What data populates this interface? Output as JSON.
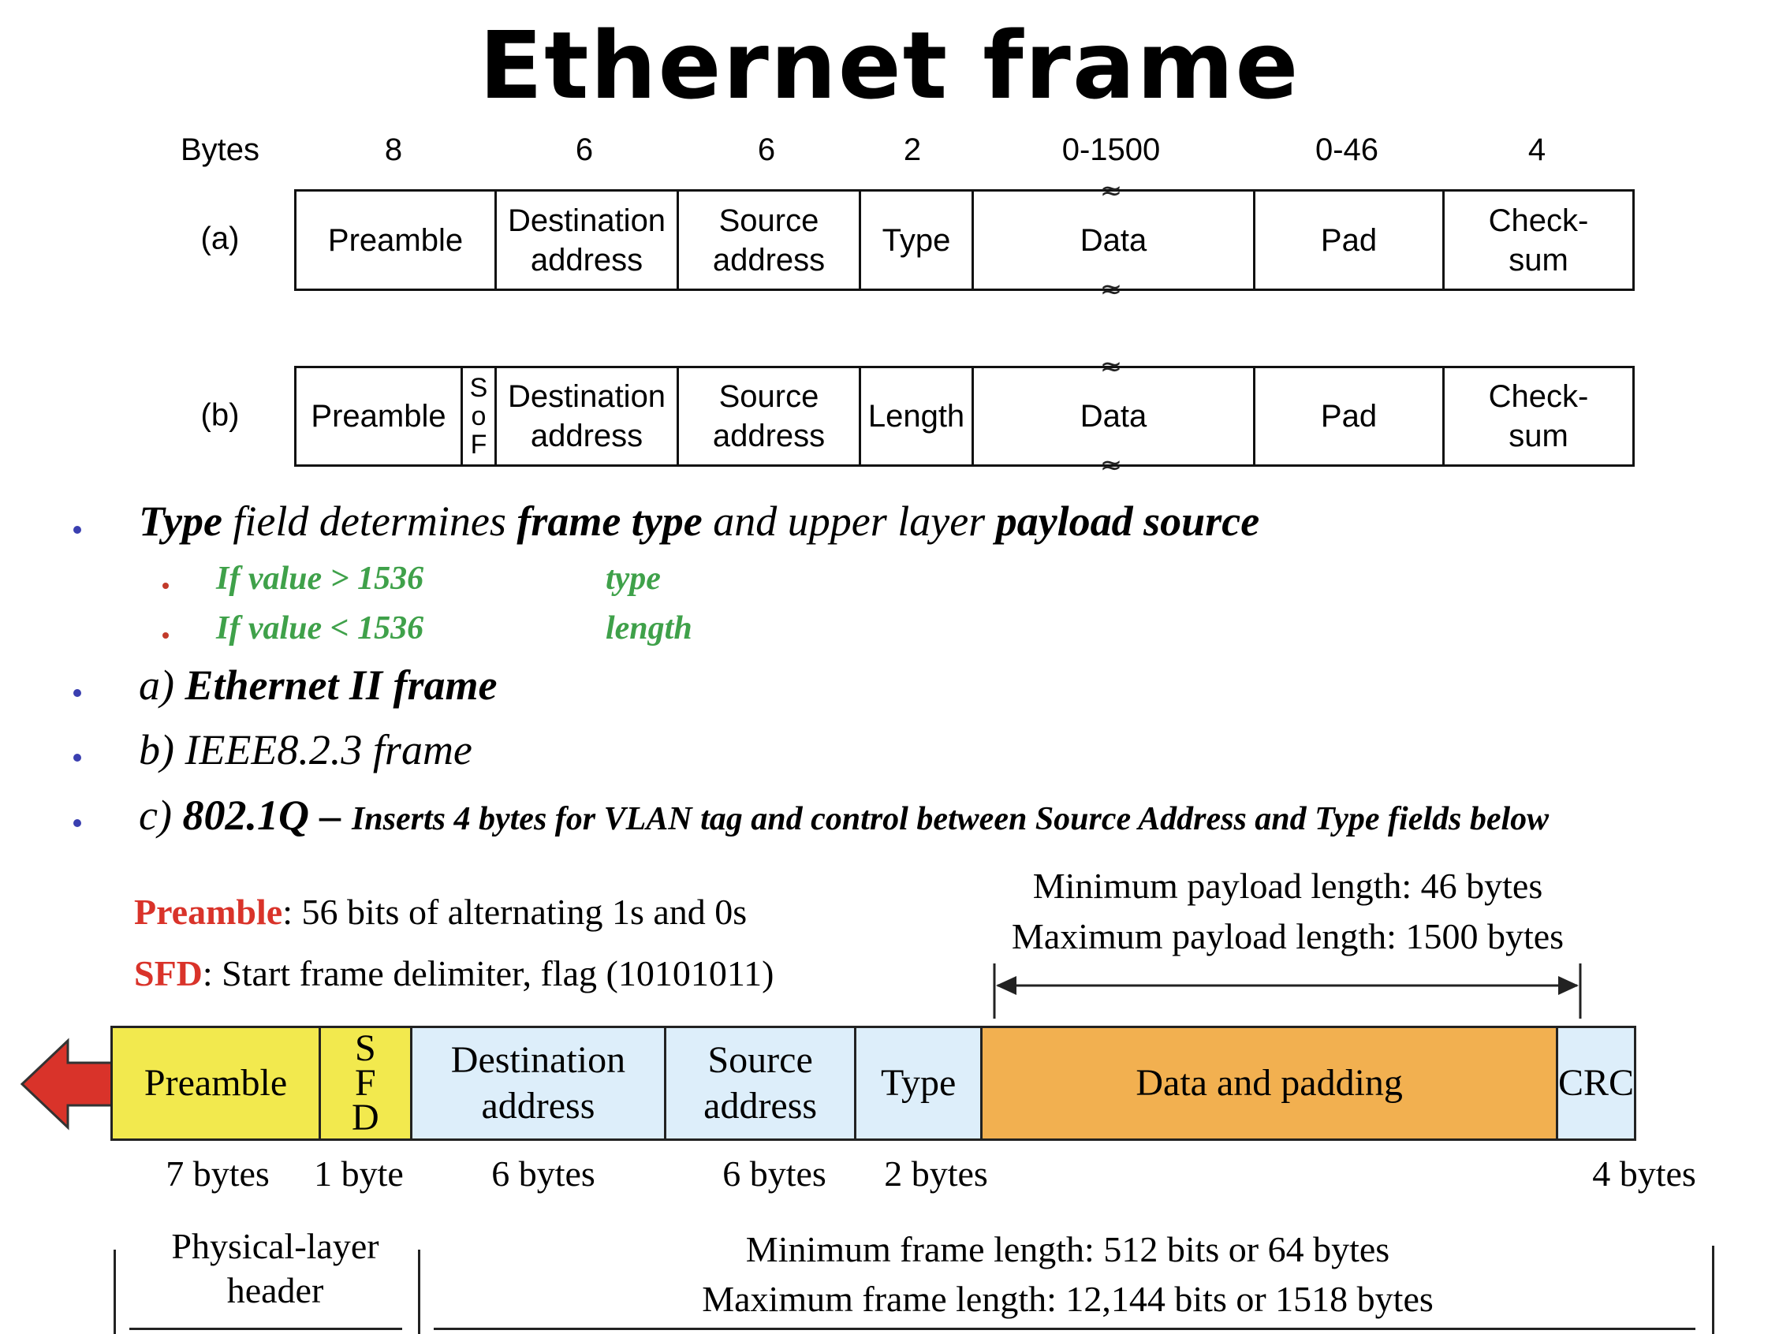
{
  "title": "Ethernet frame",
  "header": {
    "label": "Bytes",
    "sizes": [
      "8",
      "6",
      "6",
      "2",
      "0-1500",
      "0-46",
      "4"
    ]
  },
  "frame_a": {
    "label": "(a)",
    "fields": [
      "Preamble",
      "Destination\naddress",
      "Source\naddress",
      "Type",
      "Data",
      "Pad",
      "Check-\nsum"
    ]
  },
  "frame_b": {
    "label": "(b)",
    "fields": [
      "Preamble",
      "S\no\nF",
      "Destination\naddress",
      "Source\naddress",
      "Length",
      "Data",
      "Pad",
      "Check-\nsum"
    ]
  },
  "bullets": {
    "b1": {
      "p1": "Type",
      "p2": " field determines ",
      "p3": "frame type",
      "p4": " and upper layer ",
      "p5": "payload source"
    },
    "sub1": {
      "cond": "If value > 1536",
      "result": "type"
    },
    "sub2": {
      "cond": "If value < 1536",
      "result": "length"
    },
    "b2": {
      "prefix": "a) ",
      "bold": "Ethernet II frame"
    },
    "b3": {
      "text": "b) IEEE8.2.3 frame"
    },
    "b4": {
      "prefix": "c) ",
      "bold": "802.1Q – ",
      "small": "Inserts 4 bytes for VLAN tag and control between Source Address and Type fields below"
    }
  },
  "notes": {
    "preamble_term": "Preamble",
    "preamble_desc": ": 56 bits of alternating 1s and 0s",
    "sfd_term": "SFD",
    "sfd_desc": ": Start frame delimiter, flag (10101011)",
    "payload_min": "Minimum payload length: 46 bytes",
    "payload_max": "Maximum payload length: 1500 bytes"
  },
  "frame_c": {
    "fields": [
      "Preamble",
      "S\nF\nD",
      "Destination\naddress",
      "Source\naddress",
      "Type",
      "Data and padding",
      "CRC"
    ],
    "sizes": [
      "7 bytes",
      "1 byte",
      "6 bytes",
      "6 bytes",
      "2 bytes",
      "4 bytes"
    ],
    "colors": {
      "preamble": "#f2e94e",
      "address": "#ddeefa",
      "data": "#f2b050",
      "arrow": "#d9332a"
    }
  },
  "footer": {
    "phys_header": "Physical-layer\nheader",
    "frame_min": "Minimum frame length: 512 bits or 64 bytes",
    "frame_max": "Maximum frame length: 12,144 bits or 1518 bytes"
  }
}
